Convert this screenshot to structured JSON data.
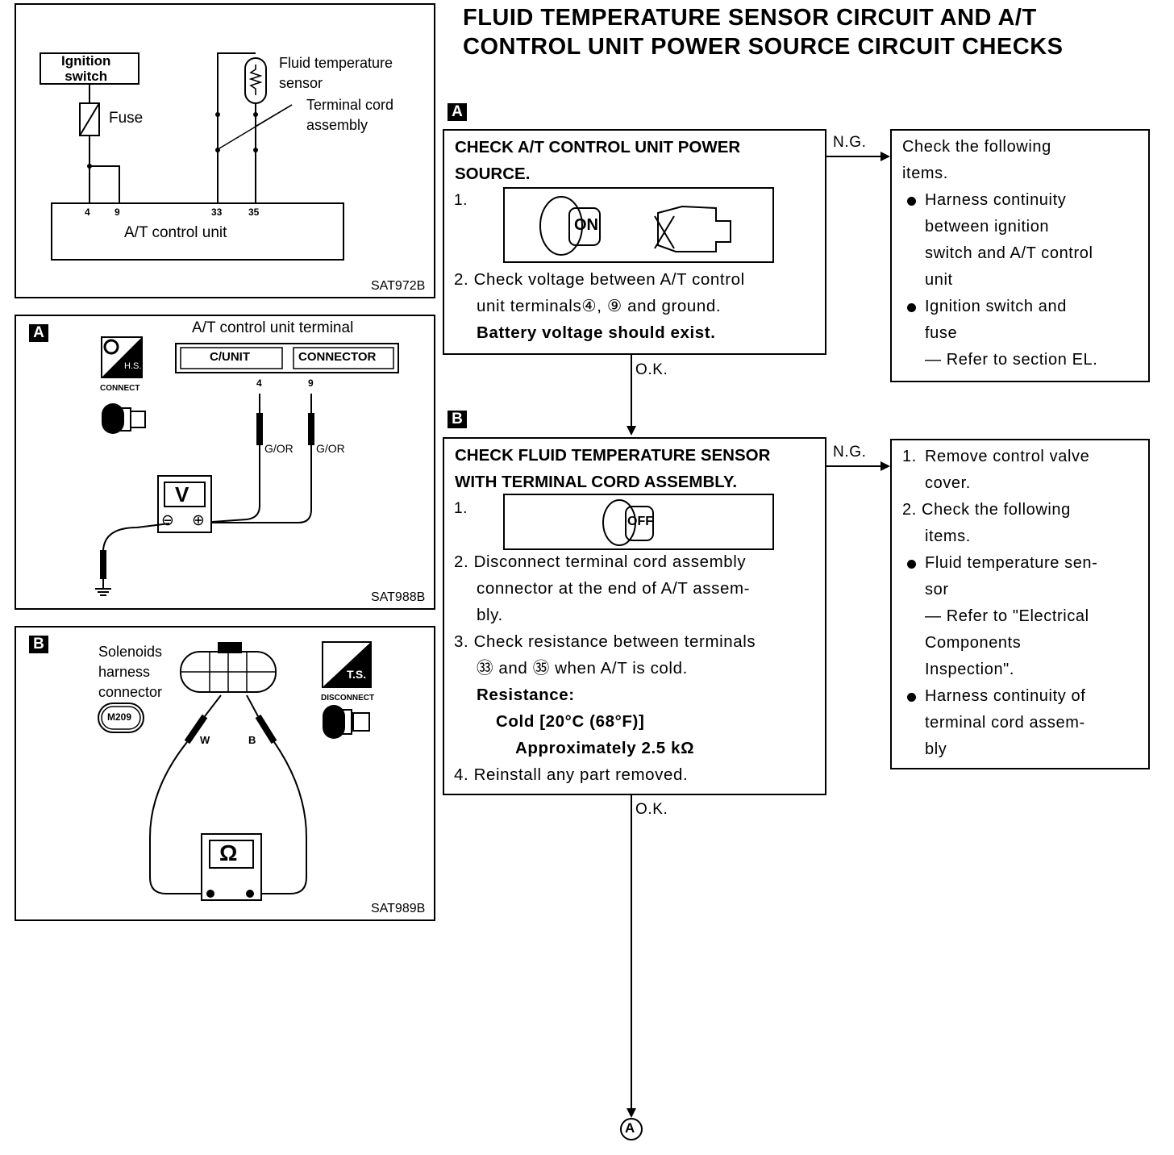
{
  "title": {
    "line1": "FLUID TEMPERATURE SENSOR CIRCUIT AND A/T",
    "line2": "CONTROL UNIT POWER SOURCE CIRCUIT CHECKS"
  },
  "wiring": {
    "ignition_switch": [
      "Ignition",
      "switch"
    ],
    "fuse": "Fuse",
    "sensor": [
      "Fluid temperature",
      "sensor"
    ],
    "terminal_cord": [
      "Terminal cord",
      "assembly"
    ],
    "terminals": [
      "4",
      "9",
      "33",
      "35"
    ],
    "control_unit": "A/T control unit",
    "code": "SAT972B"
  },
  "panel_a": {
    "tag": "A",
    "terminal_label": "A/T control unit terminal",
    "cunit": "C/UNIT",
    "connector": "CONNECTOR",
    "hs": "H.S.",
    "connect": "CONNECT",
    "pins": [
      "4",
      "9"
    ],
    "wire_colors": [
      "G/OR",
      "G/OR"
    ],
    "meter": "V",
    "minus": "⊖",
    "plus": "⊕",
    "code": "SAT988B"
  },
  "panel_b": {
    "tag": "B",
    "connector_label": [
      "Solenoids",
      "harness",
      "connector"
    ],
    "connector_id": "M209",
    "ts": "T.S.",
    "disconnect": "DISCONNECT",
    "wires": [
      "W",
      "B"
    ],
    "meter": "Ω",
    "code": "SAT989B"
  },
  "step_a": {
    "tag": "A",
    "heading": [
      "CHECK A/T CONTROL UNIT POWER",
      "SOURCE."
    ],
    "item1": "1.",
    "key_label": "ON",
    "item2": [
      "2. Check voltage between A/T control",
      "unit terminals④, ⑨ and ground."
    ],
    "result": "Battery voltage should exist.",
    "ng": "N.G.",
    "ok": "O.K.",
    "ng_box": {
      "intro": [
        "Check the following",
        "items."
      ],
      "bullets": [
        [
          "Harness continuity",
          "between ignition",
          "switch and A/T control",
          "unit"
        ],
        [
          "Ignition switch and",
          "fuse",
          "— Refer to section EL."
        ]
      ]
    }
  },
  "step_b": {
    "tag": "B",
    "heading": [
      "CHECK FLUID TEMPERATURE SENSOR",
      "WITH TERMINAL CORD ASSEMBLY."
    ],
    "item1": "1.",
    "key_label": "OFF",
    "item2": [
      "2. Disconnect terminal cord assembly",
      "connector at the end of A/T assem-",
      "bly."
    ],
    "item3": [
      "3. Check resistance between terminals",
      "㉝ and ㉟ when A/T is cold."
    ],
    "resistance": "Resistance:",
    "cold": "Cold [20°C (68°F)]",
    "approx": "Approximately 2.5 kΩ",
    "item4": "4. Reinstall any part removed.",
    "ng": "N.G.",
    "ok": "O.K.",
    "ng_box": {
      "num1": [
        "1. Remove control valve",
        "cover."
      ],
      "num2": [
        "2. Check the following",
        "items."
      ],
      "bullets": [
        [
          "Fluid temperature sen-",
          "sor",
          "— Refer to \"Electrical",
          "Components",
          "Inspection\"."
        ],
        [
          "Harness continuity of",
          "terminal cord assem-",
          "bly"
        ]
      ]
    }
  },
  "connector_end": "A"
}
